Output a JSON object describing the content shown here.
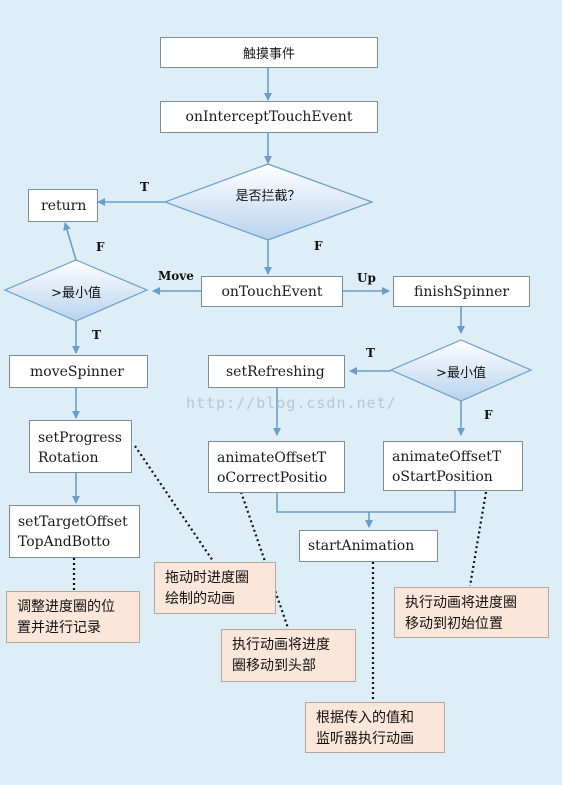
{
  "nodes": {
    "touch_event": "触摸事件",
    "on_intercept": "onInterceptTouchEvent",
    "intercept_decision": "是否拦截？",
    "return_box": "return",
    "on_touch_event": "onTouchEvent",
    "finish_spinner": "finishSpinner",
    "min_left": ">最小值",
    "min_right": ">最小值",
    "move_spinner": "moveSpinner",
    "set_refreshing": "setRefreshing",
    "set_progress": "setProgress\nRotation",
    "set_target": "setTargetOffset\nTopAndBotto",
    "animate_correct": "animateOffsetT\noCorrectPositio",
    "animate_start": "animateOffsetT\noStartPosition",
    "start_animation": "startAnimation"
  },
  "edge_labels": {
    "intercept_true": "T",
    "intercept_false": "F",
    "return_false": "F",
    "move": "Move",
    "up": "Up",
    "left_true": "T",
    "right_true": "T",
    "right_false": "F"
  },
  "notes": {
    "record": "调整进度圈的位\n置并进行记录",
    "drag_anim": "拖动时进度圈\n绘制的动画",
    "move_to_top": "执行动画将进度\n圈移动到头部",
    "by_value": "根据传入的值和\n监听器执行动画",
    "move_to_start": "执行动画将进度圈\n移动到初始位置"
  },
  "watermark": "http://blog.csdn.net/",
  "colors": {
    "background": "#ddeef7",
    "connector": "#6a9ec9",
    "note_fill": "#fbe7d9",
    "box_border": "#7f8c96"
  }
}
